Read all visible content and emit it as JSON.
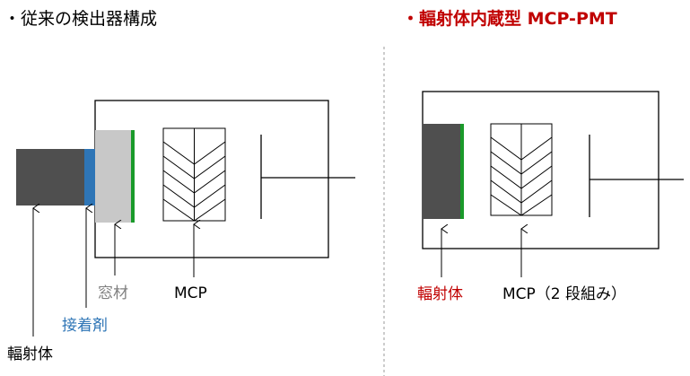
{
  "left": {
    "title": "・従来の検出器構成",
    "labels": {
      "window": "窓材",
      "mcp": "MCP",
      "adhesive": "接着剤",
      "scintillator": "輻射体"
    }
  },
  "right": {
    "title": "・輻射体内蔵型 MCP-PMT",
    "labels": {
      "scintillator": "輻射体",
      "mcp": "MCP（2 段組み）"
    }
  },
  "colors": {
    "title_right": "#c00000",
    "scintillator": "#4f4f4f",
    "adhesive": "#2e75b6",
    "window": "#c8c8c8",
    "photocathode": "#1a9a2a",
    "label_window": "#7f7f7f",
    "label_adhesive": "#2e75b6",
    "label_scint_right": "#c00000"
  }
}
